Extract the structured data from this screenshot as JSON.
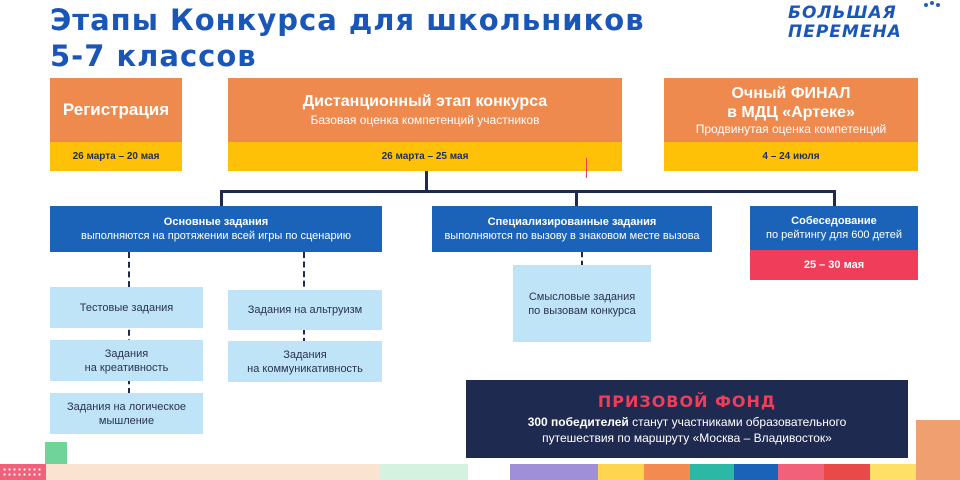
{
  "header": {
    "title_line1": "Этапы Конкурса для школьников",
    "title_line2": "5-7 классов",
    "logo_line1": "БОЛЬШАЯ",
    "logo_line2": "ПЕРЕМЕНА"
  },
  "stages": {
    "registration": {
      "title": "Регистрация",
      "dates": "26 марта – 20 мая"
    },
    "distance": {
      "title": "Дистанционный этап конкурса",
      "subtitle": "Базовая оценка компетенций участников",
      "dates": "26 марта – 25 мая"
    },
    "final": {
      "title_line1": "Очный ФИНАЛ",
      "title_line2": "в МДЦ «Артеке»",
      "subtitle": "Продвинутая оценка компетенций",
      "dates": "4 – 24 июля"
    }
  },
  "branches": {
    "main": {
      "title": "Основные задания",
      "subtitle": "выполняются на протяжении всей игры по сценарию",
      "col1": [
        "Тестовые задания",
        "Задания|на креативность",
        "Задания на логическое|мышление"
      ],
      "col2": [
        "Задания на альтруизм",
        "Задания|на коммуникативность"
      ]
    },
    "special": {
      "title": "Специализированные задания",
      "subtitle": "выполняются по вызову в знаковом месте вызова",
      "item_line1": "Смысловые задания",
      "item_line2": "по вызовам конкурса"
    },
    "interview": {
      "title": "Собеседование",
      "subtitle": "по рейтингу для 600 детей",
      "dates": "25 – 30 мая"
    }
  },
  "prize": {
    "title": "ПРИЗОВОЙ ФОНД",
    "bold_part": "300 победителей",
    "text_line1_rest": " станут участниками образовательного",
    "text_line2": "путешествия по маршруту «Москва – Владивосток»"
  },
  "colors": {
    "brand_blue": "#1a63b8",
    "orange": "#ef8a4e",
    "yellow": "#ffc107",
    "red": "#f03d5a",
    "light_blue": "#bfe3f7",
    "navy": "#1f2a50"
  }
}
